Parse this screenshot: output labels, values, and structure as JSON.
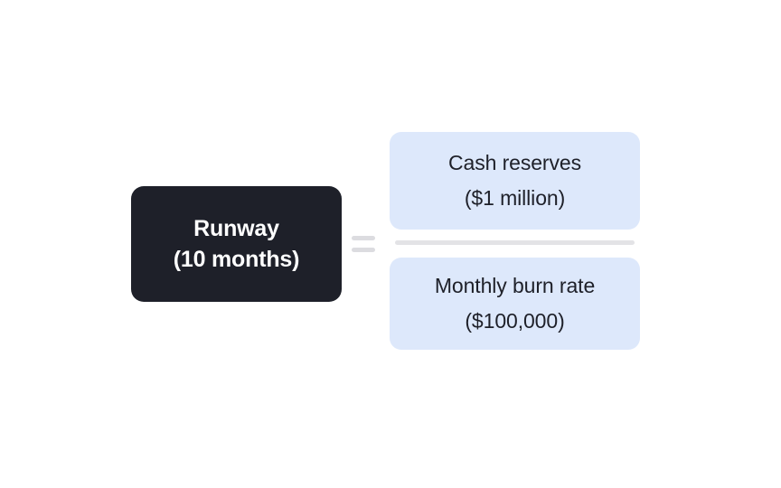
{
  "diagram": {
    "type": "formula",
    "background_color": "#ffffff",
    "result": {
      "node_color": "#1e2029",
      "text_color": "#ffffff",
      "line1": "Runway",
      "line2": "(10 months)"
    },
    "operator": {
      "symbol": "equals",
      "color": "#dcdce0"
    },
    "fraction": {
      "bar_color": "#e3e3e6",
      "node_color": "#dde8fb",
      "text_color": "#1e2029",
      "numerator": {
        "line1": "Cash reserves",
        "line2": "($1 million)"
      },
      "denominator": {
        "line1": "Monthly burn rate",
        "line2": "($100,000)"
      }
    }
  }
}
